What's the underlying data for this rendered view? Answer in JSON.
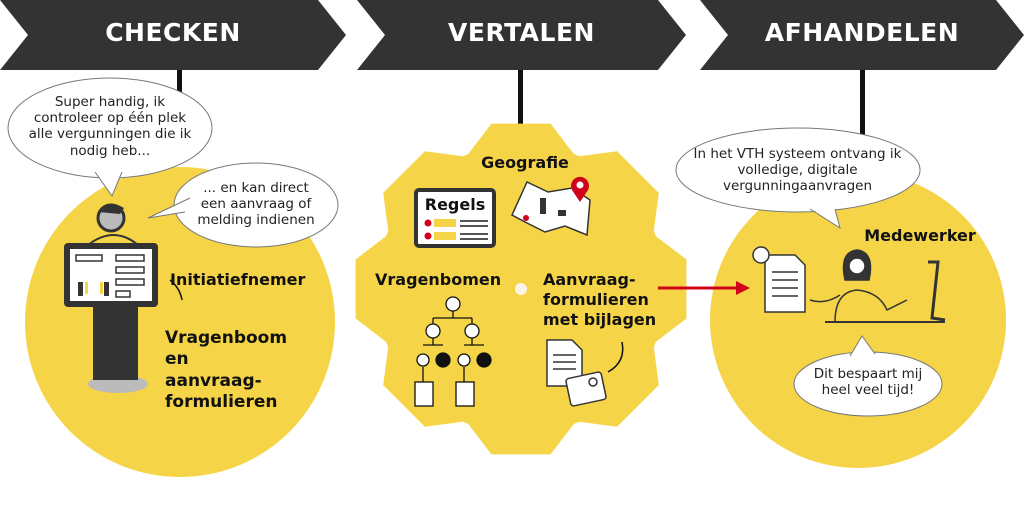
{
  "steps": [
    {
      "title": "CHECKEN"
    },
    {
      "title": "VERTALEN"
    },
    {
      "title": "AFHANDELEN"
    }
  ],
  "checken": {
    "bubble1": "Super handig, ik controleer op één plek alle vergunningen die ik nodig heb...",
    "bubble2": "... en kan direct een aanvraag of melding indienen",
    "role": "Initiatiefnemer",
    "label": "Vragenboom en aanvraag-formulieren"
  },
  "vertalen": {
    "geografie": "Geografie",
    "regels": "Regels",
    "vragenbomen": "Vragenbomen",
    "formulieren": "Aanvraag-formulieren met bijlagen"
  },
  "afhandelen": {
    "bubble1": "In het VTH systeem ontvang ik volledige, digitale vergunningaanvragen",
    "role": "Medewerker",
    "bubble2": "Dit bespaart mij heel veel tijd!"
  },
  "colors": {
    "banner": "#333333",
    "yellow": "#F5D547",
    "red": "#D0021B"
  }
}
